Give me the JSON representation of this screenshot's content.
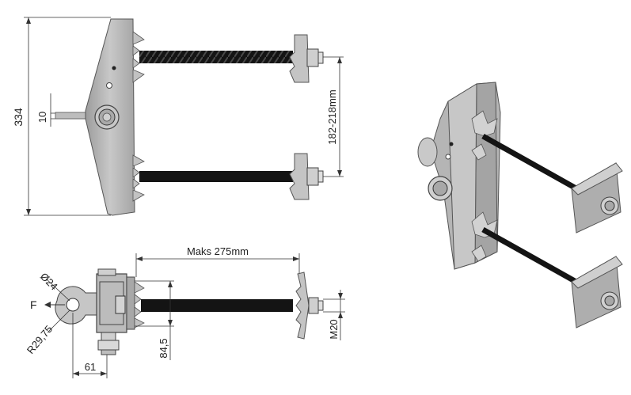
{
  "colors": {
    "metal": "#b9b9b9",
    "metal_dark": "#8a8a8a",
    "metal_light": "#d9d9d9",
    "rod": "#141414",
    "line": "#333333"
  },
  "front_view": {
    "height_dim": "334",
    "eye_thickness_dim": "10",
    "rod_spacing_dim": "182-218mm"
  },
  "top_view": {
    "max_length_dim": "Maks 275mm",
    "hole_diameter_dim": "Ø24",
    "radius_dim": "R29,75",
    "force_label": "F",
    "offset_dim": "61",
    "depth_dim": "84,5",
    "thread_dim": "M20"
  }
}
